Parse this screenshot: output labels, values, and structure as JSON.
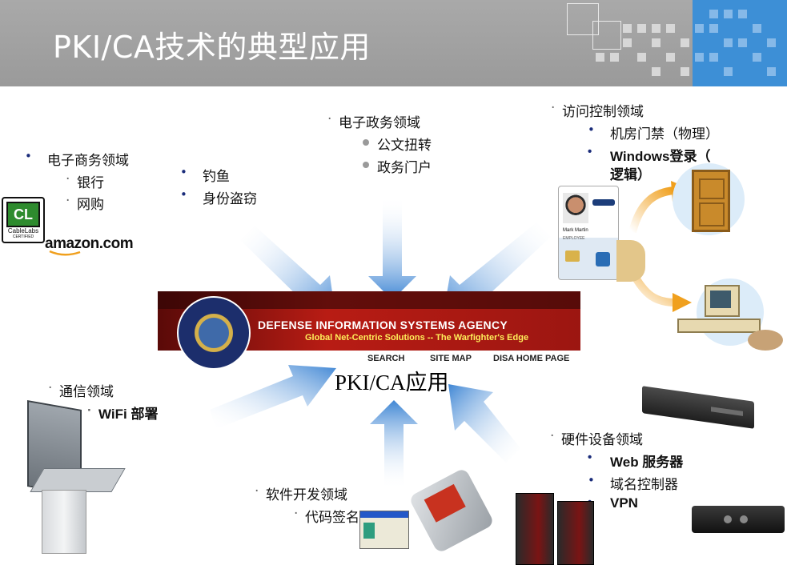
{
  "title": "PKI/CA技术的典型应用",
  "center_label": "PKI/CA应用",
  "banner": {
    "agency": "DEFENSE INFORMATION SYSTEMS AGENCY",
    "tagline": "Global Net-Centric Solutions -- The Warfighter's Edge",
    "nav": [
      "SEARCH",
      "SITE MAP",
      "DISA HOME PAGE"
    ]
  },
  "ecommerce": {
    "heading": "电子商务领域",
    "items": [
      "银行",
      "网购"
    ]
  },
  "phishing": {
    "items": [
      "钓鱼",
      "身份盗窃"
    ]
  },
  "egov": {
    "heading": "电子政务领域",
    "items": [
      "公文扭转",
      "政务门户"
    ]
  },
  "access": {
    "heading": "访问控制领域",
    "items": [
      "机房门禁（物理）",
      "Windows登录（",
      "逻辑）"
    ]
  },
  "comm": {
    "heading": "通信领域",
    "items": [
      "WiFi 部署"
    ]
  },
  "software": {
    "heading": "软件开发领域",
    "items": [
      "代码签名"
    ]
  },
  "hardware": {
    "heading": "硬件设备领域",
    "items": [
      "Web 服务器",
      "域名控制器",
      "VPN"
    ]
  },
  "logos": {
    "cablelabs_mark": "CL",
    "cablelabs_name": "CableLabs",
    "cablelabs_sub": "CERTIFIED",
    "amazon": "amazon.com"
  },
  "badge": {
    "name": "Mark Martin",
    "role": "EMPLOYEE"
  },
  "colors": {
    "header_gray": "#a9a9a9",
    "header_blue": "#3d8fd6",
    "arrow_blue": "#4a90d9",
    "banner_red": "#b81c14"
  }
}
